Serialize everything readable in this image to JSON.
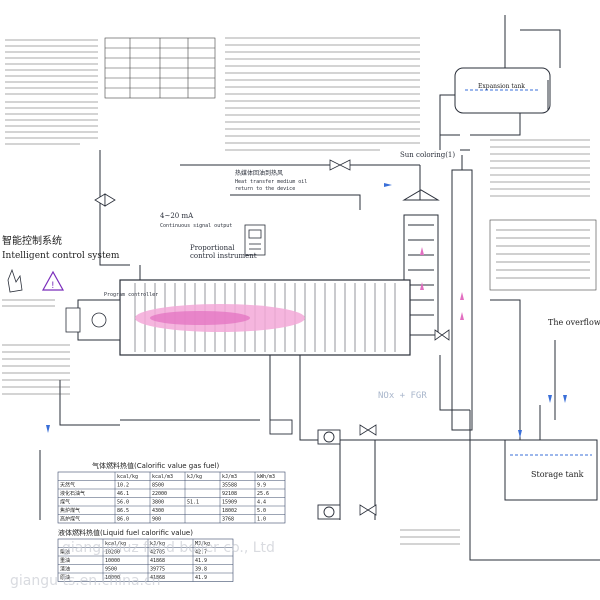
{
  "labels": {
    "intelligent_title": "智能控制系统",
    "intelligent_en": "Intelligent control system",
    "proportional": "Proportional",
    "control_instrument": "control instrument",
    "signal_cn": "4~20 mA",
    "signal_en": "Continuous signal output",
    "heat_return_cn": "热媒体回油到热风",
    "heat_return_en1": "Heat transfer medium oil",
    "heat_return_en2": "return to the device",
    "sun_coloring": "Sun coloring(1)",
    "expansion_tank": "Expansion tank",
    "overflow": "The overflow",
    "storage_tank": "Storage tank",
    "nox": "NOx + FGR",
    "watermark1": "gianguoluz fired boiler co., Ltd",
    "watermark2": "giangu ts.en.china.cn",
    "program_controller": "Program controller"
  },
  "gas_table": {
    "title": "气体燃料热值(Calorific value gas fuel)",
    "headers": [
      "",
      "kcal/kg",
      "kcal/m3",
      "kJ/kg",
      "kJ/m3",
      "kWh/m3"
    ],
    "rows": [
      [
        "天然气",
        "10.2",
        "8500",
        "",
        "35588",
        "9.9"
      ],
      [
        "液化石油气",
        "46.1",
        "22000",
        "",
        "92108",
        "25.6"
      ],
      [
        "煤气",
        "56.0",
        "3800",
        "51.1",
        "15909",
        "4.4"
      ],
      [
        "焦炉煤气",
        "86.5",
        "4300",
        "",
        "18002",
        "5.0"
      ],
      [
        "高炉煤气",
        "86.0",
        "900",
        "",
        "3768",
        "1.0"
      ]
    ]
  },
  "liquid_table": {
    "title": "液体燃料热值(Liquid fuel calorific value)",
    "headers": [
      "",
      "kcal/kg",
      "kJ/kg",
      "MJ/kg"
    ],
    "rows": [
      [
        "柴油",
        "10200",
        "42705",
        "42.7"
      ],
      [
        "重油",
        "10000",
        "41868",
        "41.9"
      ],
      [
        "渣油",
        "9500",
        "39775",
        "39.8"
      ],
      [
        "原油",
        "10000",
        "41868",
        "41.9"
      ]
    ]
  },
  "colors": {
    "line": "#2a2f3a",
    "blue": "#3a6fd8",
    "pink": "#e26fc1",
    "flame": "#f3a8d8"
  }
}
